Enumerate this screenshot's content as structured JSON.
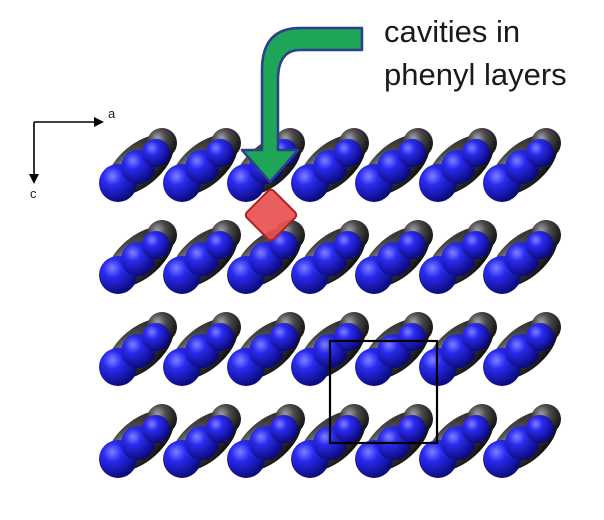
{
  "callout": {
    "line1": "cavities in",
    "line2": "phenyl layers"
  },
  "axes": {
    "horizontal_label": "a",
    "vertical_label": "c"
  },
  "colors": {
    "atom_blue": "#1a1ad8",
    "atom_dark_grey": "#3c3c3c",
    "atom_yellow_tint": "#e6e27a",
    "arrow_green": "#1fa558",
    "arrow_outline": "#2b3f8c",
    "cavity_red": "#e04848",
    "unit_cell_line": "#000000"
  },
  "structure": {
    "rows": 4,
    "molecules_per_row": 7,
    "row_offsets": [
      0,
      0,
      0,
      0
    ]
  },
  "icons": {
    "callout_arrow": "curved-down-arrow-icon",
    "cavity_marker": "red-diamond-icon",
    "axis_indicator": "axis-arrows-icon"
  }
}
